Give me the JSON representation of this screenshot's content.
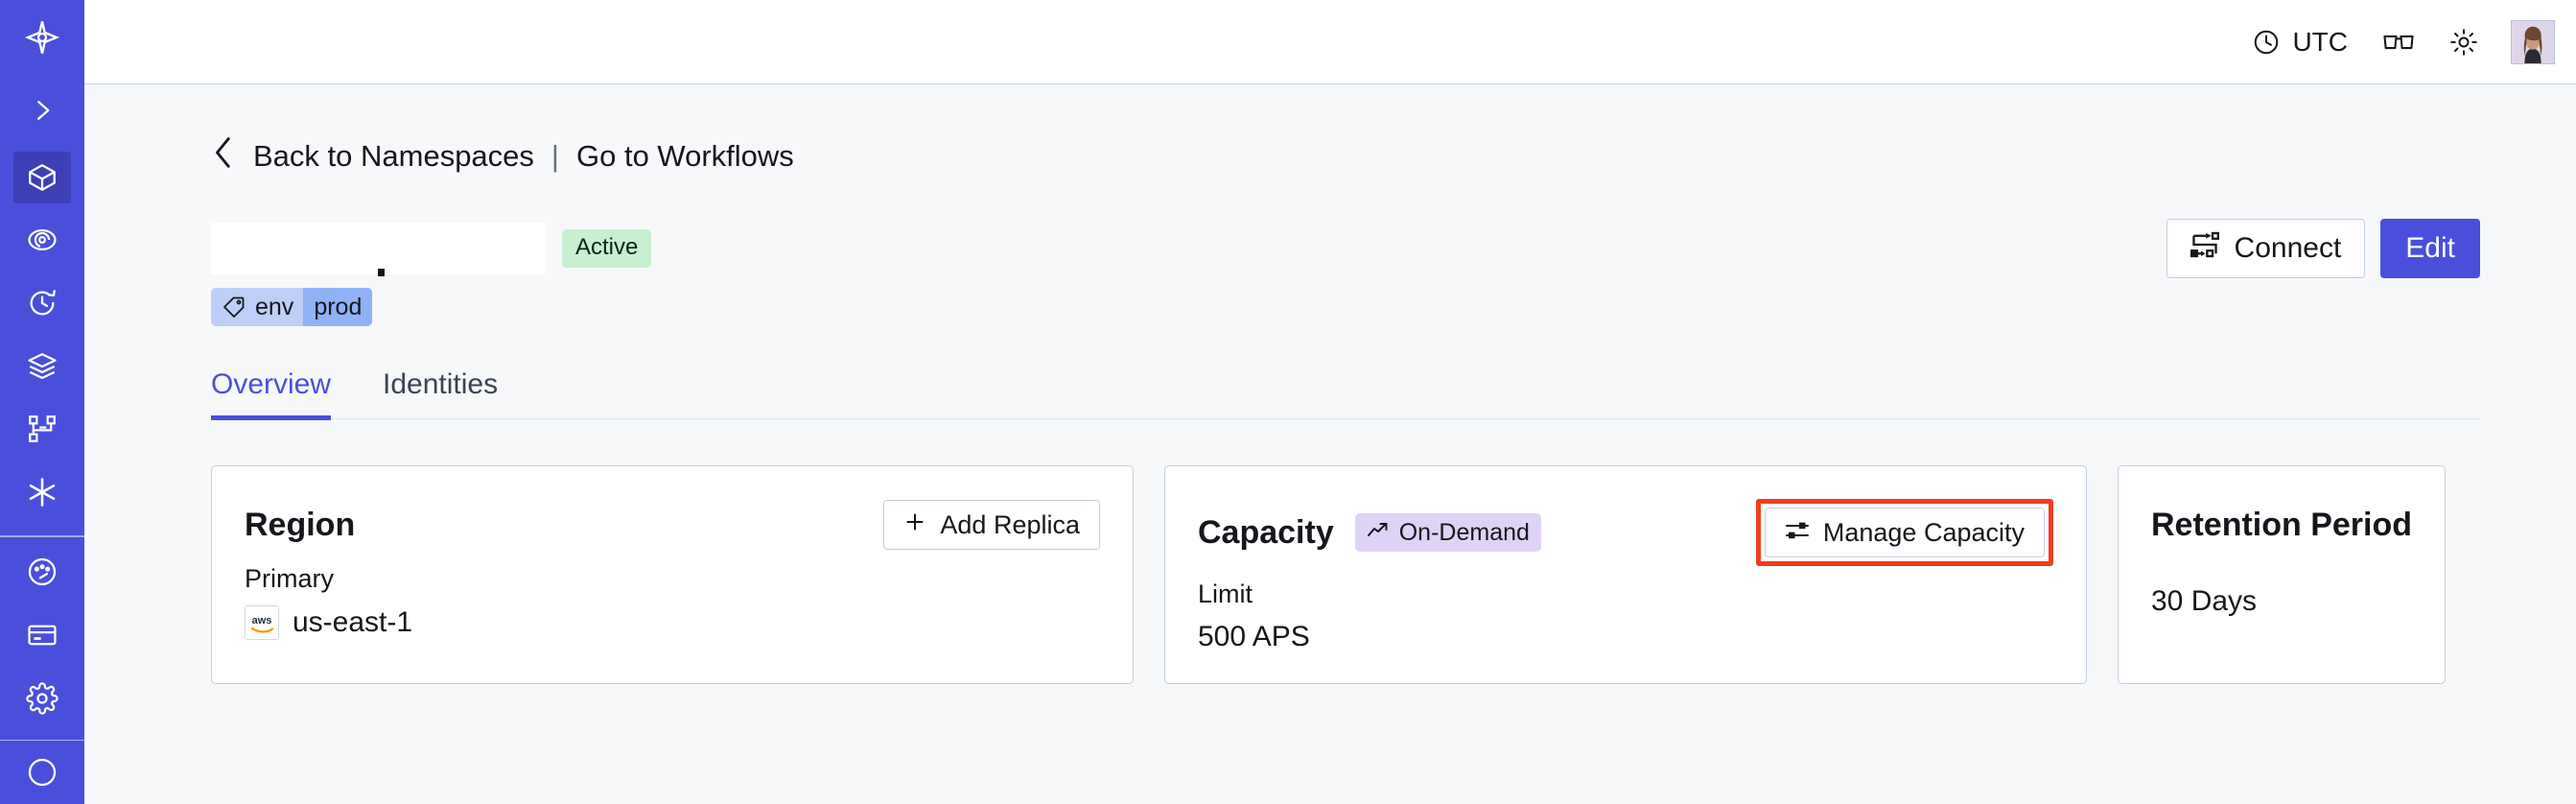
{
  "sidebar": {
    "logo_icon": "temporal-logo-icon",
    "expand_icon": "chevron-right-icon",
    "items": [
      {
        "name": "namespaces",
        "icon": "cube-icon",
        "active": true
      },
      {
        "name": "observability",
        "icon": "eye-icon",
        "active": false
      },
      {
        "name": "history",
        "icon": "clock-rewind-icon",
        "active": false
      },
      {
        "name": "layers",
        "icon": "layers-icon",
        "active": false
      },
      {
        "name": "workflows",
        "icon": "workflow-nodes-icon",
        "active": false
      },
      {
        "name": "integrations",
        "icon": "asterisk-icon",
        "active": false
      }
    ],
    "items_lower": [
      {
        "name": "usage",
        "icon": "gauge-icon",
        "active": false
      },
      {
        "name": "billing",
        "icon": "credit-card-icon",
        "active": false
      },
      {
        "name": "settings",
        "icon": "gear-icon",
        "active": false
      }
    ]
  },
  "topbar": {
    "timezone_label": "UTC",
    "timezone_icon": "clock-icon",
    "glasses_icon": "glasses-icon",
    "theme_icon": "sun-icon",
    "avatar_icon": "user-avatar"
  },
  "breadcrumb": {
    "back_icon": "chevron-left-icon",
    "back_label": "Back to Namespaces",
    "separator": "|",
    "forward_label": "Go to Workflows"
  },
  "header": {
    "namespace_title": "",
    "status_badge": "Active",
    "connect_label": "Connect",
    "connect_icon": "connect-flow-icon",
    "edit_label": "Edit"
  },
  "tags": [
    {
      "icon": "tag-icon",
      "key": "env",
      "value": "prod"
    }
  ],
  "tabs": [
    {
      "label": "Overview",
      "active": true
    },
    {
      "label": "Identities",
      "active": false
    }
  ],
  "cards": {
    "region": {
      "title": "Region",
      "action_label": "Add Replica",
      "action_icon": "plus-icon",
      "label": "Primary",
      "provider_icon": "aws-logo-icon",
      "value": "us-east-1"
    },
    "capacity": {
      "title": "Capacity",
      "badge_label": "On-Demand",
      "badge_icon": "trend-up-icon",
      "action_label": "Manage Capacity",
      "action_icon": "sliders-icon",
      "label": "Limit",
      "value": "500 APS",
      "highlighted": true
    },
    "retention": {
      "title": "Retention Period",
      "value": "30 Days"
    }
  },
  "colors": {
    "brand": "#4a4fdb",
    "sidebar_active": "#3c3fb5",
    "page_bg": "#f7f8fa",
    "card_border": "#c3cee2",
    "badge_active_bg": "#c6f0cf",
    "badge_demand_bg": "#ded3f7",
    "tag_bg": "#bdcff7",
    "tag_value_bg": "#8fb2f5",
    "highlight_outline": "#f03d1e"
  }
}
